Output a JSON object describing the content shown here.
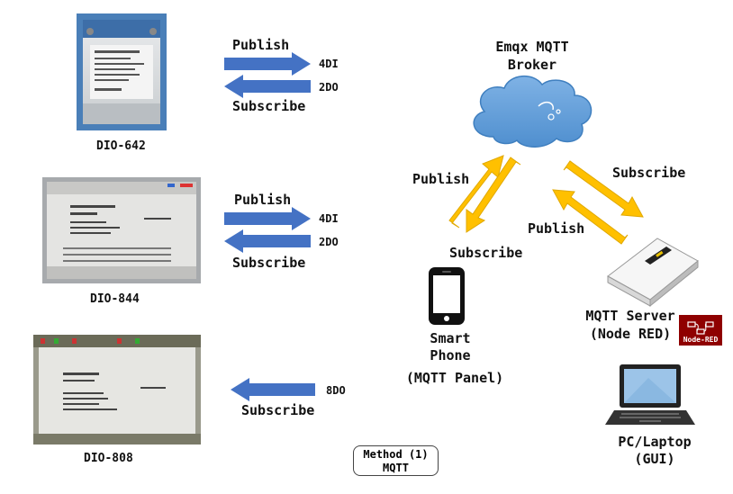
{
  "devices": {
    "dio642": {
      "name": "DIO-642",
      "publish": "Publish",
      "subscribe": "Subscribe",
      "in_tag": "4DI",
      "out_tag": "2DO"
    },
    "dio844": {
      "name": "DIO-844",
      "publish": "Publish",
      "subscribe": "Subscribe",
      "in_tag": "4DI",
      "out_tag": "2DO"
    },
    "dio808": {
      "name": "DIO-808",
      "subscribe": "Subscribe",
      "out_tag": "8DO"
    }
  },
  "broker": {
    "line1": "Emqx MQTT",
    "line2": "Broker"
  },
  "phone": {
    "line1": "Smart",
    "line2": "Phone",
    "line3": "(MQTT Panel)",
    "publish": "Publish",
    "subscribe": "Subscribe"
  },
  "server": {
    "line1": "MQTT Server",
    "line2": "(Node RED)",
    "subscribe": "Subscribe",
    "publish": "Publish",
    "badge": "Node-RED"
  },
  "pc": {
    "line1": "PC/Laptop",
    "line2": "(GUI)"
  },
  "method": {
    "line1": "Method (1)",
    "line2": "MQTT"
  },
  "colors": {
    "blue_arrow": "#4472c4",
    "gold_arrow": "#ffc000",
    "cloud": "#5b9bd5",
    "node_red": "#8f0000"
  }
}
